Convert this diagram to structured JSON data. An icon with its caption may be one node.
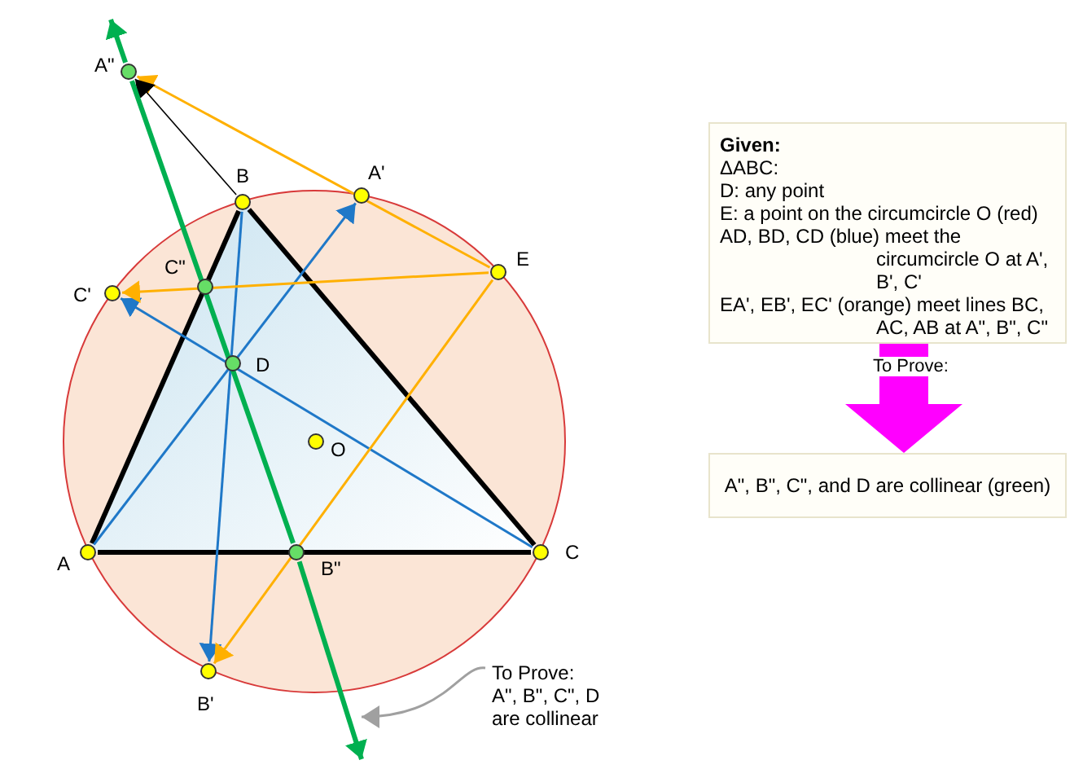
{
  "diagram": {
    "nodes": [
      {
        "text": [
          "A\""
        ]
      },
      {
        "text": [
          "B"
        ]
      },
      {
        "text": [
          "A'"
        ]
      },
      {
        "text": [
          "E"
        ]
      },
      {
        "text": [
          "C'"
        ]
      },
      {
        "text": [
          "C\""
        ]
      },
      {
        "text": [
          "D"
        ]
      },
      {
        "text": [
          "O"
        ]
      },
      {
        "text": [
          "A"
        ]
      },
      {
        "text": [
          "B\""
        ]
      },
      {
        "text": [
          "C"
        ]
      },
      {
        "text": [
          "B'"
        ]
      },
      {
        "text": [
          "Given:",
          "ΔABC:",
          "D: any point",
          "E: a point on the circumcircle O (red)",
          "AD, BD, CD (blue) meet the circumcircle O at A', B', C'",
          "EA', EB', EC' (orange) meet lines BC, AC, AB at A\", B\", C\""
        ]
      },
      {
        "text": [
          "A\", B\", C\", and D are collinear (green)"
        ]
      },
      {
        "text": [
          "To Prove:",
          "A\", B\", C\", D are collinear"
        ]
      }
    ],
    "edges": [
      {
        "from": 8,
        "to": 1,
        "arrow": "none",
        "style": "thick"
      },
      {
        "from": 1,
        "to": 10,
        "arrow": "none",
        "style": "thick"
      },
      {
        "from": 10,
        "to": 8,
        "arrow": "none",
        "style": "thick"
      },
      {
        "from": 8,
        "to": 2,
        "arrow": "to",
        "color": "#1f78c8"
      },
      {
        "from": 1,
        "to": 11,
        "arrow": "to",
        "color": "#1f78c8"
      },
      {
        "from": 10,
        "to": 4,
        "arrow": "to",
        "color": "#1f78c8"
      },
      {
        "from": 3,
        "to": 0,
        "arrow": "to",
        "color": "#ffb000"
      },
      {
        "from": 3,
        "to": 11,
        "arrow": "to",
        "color": "#ffb000"
      },
      {
        "from": 3,
        "to": 4,
        "arrow": "to",
        "color": "#ffb000"
      },
      {
        "from": 1,
        "to": 0,
        "arrow": "to"
      },
      {
        "from": 0,
        "to": null,
        "arrow": "to",
        "style": "thick",
        "color": "#00b050"
      },
      {
        "from": 9,
        "to": null,
        "arrow": "to",
        "style": "thick",
        "color": "#00b050"
      },
      {
        "from": 0,
        "to": 9,
        "arrow": "none",
        "style": "thick",
        "color": "#00b050"
      },
      {
        "from": 12,
        "to": 13,
        "arrow": "to",
        "label": "To Prove:",
        "style": "thick",
        "color": "#ff00ff"
      },
      {
        "from": 14,
        "to": null,
        "arrow": "to",
        "color": "#a0a0a0"
      }
    ]
  }
}
